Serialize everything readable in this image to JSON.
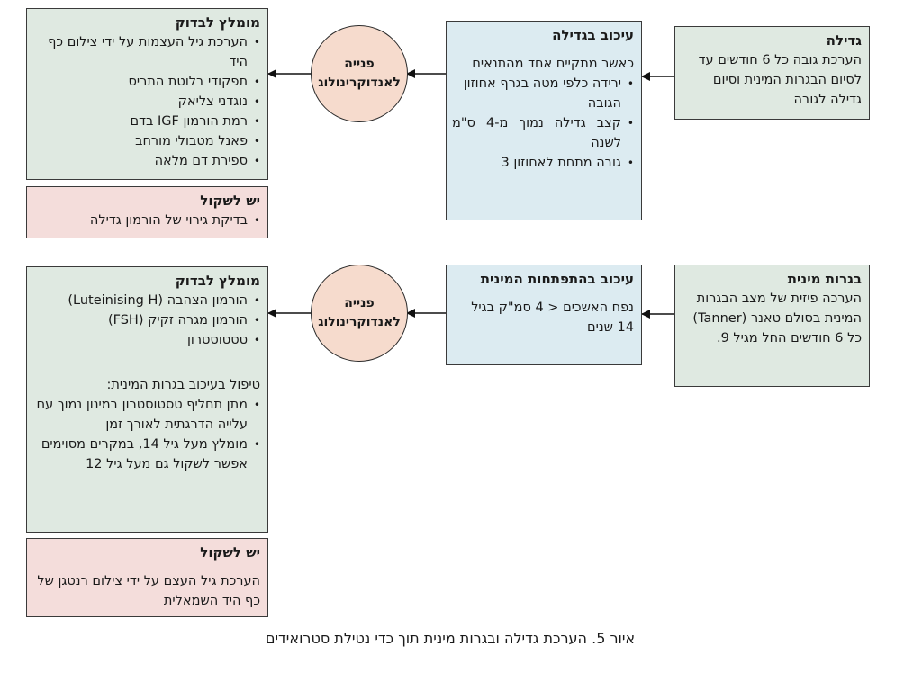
{
  "top_row": {
    "growth_box": {
      "title": "גדילה",
      "text": "הערכת גובה כל 6 חודשים עד לסיום הבגרות המינית וסיום גדילה לגובה"
    },
    "growth_delay_box": {
      "title": "עיכוב בגדילה",
      "intro": "כאשר מתקיים אחד מהתנאים",
      "items": [
        "ירידה כלפי מטה בגרף אחוזון הגובה",
        "קצב גדילה נמוך מ-4 ס\"מ לשנה",
        "גובה מתחת לאחוזון 3"
      ]
    },
    "referral_circle": {
      "line1": "פנייה",
      "line2": "לאנדוקרינולוג"
    },
    "recommended_box": {
      "title": "מומלץ לבדוק",
      "items": [
        "הערכת גיל העצמות על ידי צילום כף היד",
        "תפקודי בלוטת התריס",
        "נוגדני צליאק",
        "רמת הורמון IGF בדם",
        "פאנל מטבולי מורחב",
        "ספירת דם מלאה"
      ]
    },
    "consider_box": {
      "title": "יש לשקול",
      "items": [
        "בדיקת גירוי של הורמון גדילה"
      ]
    }
  },
  "bottom_row": {
    "puberty_box": {
      "title": "בגרות מינית",
      "text": "הערכה פיזית של מצב הבגרות המינית בסולם טאנר (Tanner) כל 6 חודשים החל מגיל 9."
    },
    "puberty_delay_box": {
      "title": "עיכוב בהתפתחות המינית",
      "text": "נפח האשכים < 4 סמ\"ק בגיל 14 שנים"
    },
    "referral_circle": {
      "line1": "פנייה",
      "line2": "לאנדוקרינולוג"
    },
    "recommended_box": {
      "title": "מומלץ לבדוק",
      "items": [
        "הורמון הצהבה (Luteinising H)",
        "הורמון מגרה זקיק (FSH)",
        "טסטוסטרון"
      ],
      "treatment_title": "טיפול בעיכוב בגרות המינית:",
      "treatment_items": [
        "מתן תחליף טסטוסטרון במינון נמוך עם עלייה הדרגתית לאורך זמן",
        "מומלץ מעל גיל 14, במקרים מסוימים אפשר לשקול גם מעל גיל 12"
      ]
    },
    "consider_box": {
      "title": "יש לשקול",
      "text": "הערכת גיל העצם על ידי צילום רנטגן של כף היד השמאלית"
    }
  },
  "caption": "איור 5. הערכת גדילה ובגרות מינית תוך כדי נטילת סטרואידים",
  "colors": {
    "green_box": "#dfe9e1",
    "blue_box": "#dcebf1",
    "pink_box": "#f4dddb",
    "circle": "#f6dbcd"
  }
}
